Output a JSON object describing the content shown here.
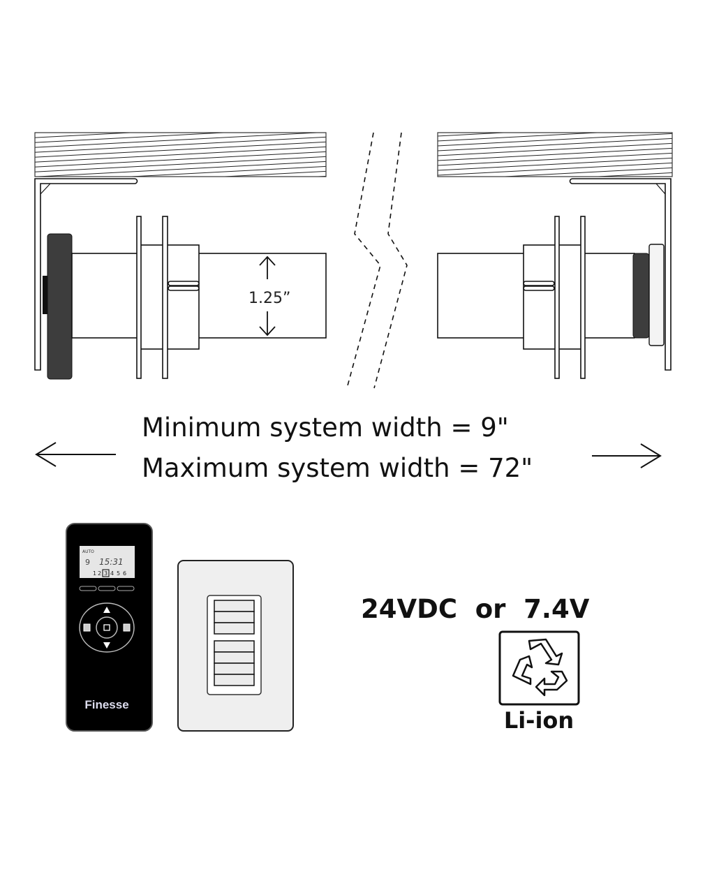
{
  "diagram": {
    "tube_diameter_label": "1.25”",
    "min_width_label": "Minimum system width = 9\"",
    "max_width_label": "Maximum system width = 72\"",
    "power_label": "24VDC  or  7.4V",
    "battery_label": "Li-ion",
    "icons": [
      "recycle-icon",
      "remote-control",
      "wall-keypad"
    ]
  },
  "remote": {
    "brand": "Finesse",
    "screen": {
      "mode": "AUTO",
      "day": "9",
      "time": "15:31",
      "channels": [
        "1",
        "2",
        "3",
        "4",
        "5",
        "6"
      ],
      "selected_channel": "3"
    }
  },
  "colors": {
    "ink": "#111111",
    "motor": "#3d3d3d",
    "remote": "#000000",
    "plate": "#efefef"
  }
}
